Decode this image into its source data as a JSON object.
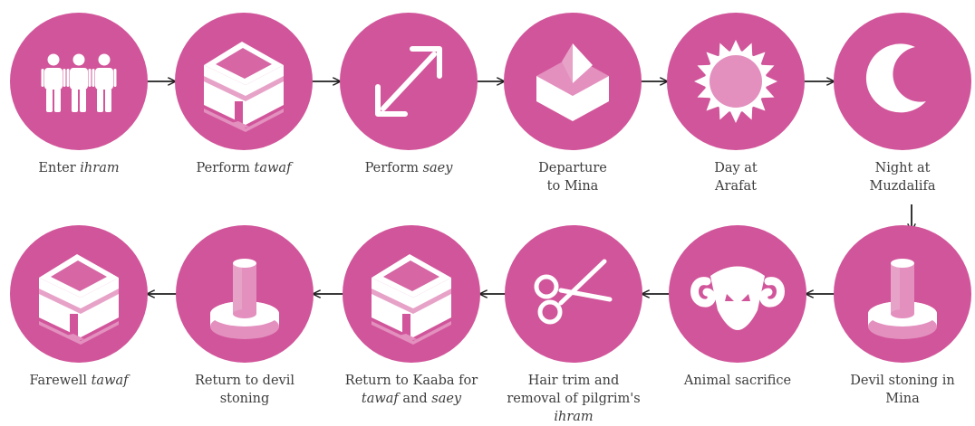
{
  "colors": {
    "circle": "#d1559a",
    "icon_white": "#ffffff",
    "icon_light": "#e390bf",
    "icon_mid": "#e7a2c8",
    "arrow": "#1f1f1f",
    "label": "#3d3d3d"
  },
  "steps": [
    {
      "id": "enter-ihram",
      "icon": "pilgrims-icon",
      "label": [
        "Enter |ihram|"
      ]
    },
    {
      "id": "perform-tawaf",
      "icon": "kaaba-icon",
      "label": [
        "Perform |tawaf|"
      ]
    },
    {
      "id": "perform-saey",
      "icon": "double-arrow-icon",
      "label": [
        "Perform |saey|"
      ]
    },
    {
      "id": "departure-mina",
      "icon": "cube-icon",
      "label": [
        "Departure",
        "to Mina"
      ]
    },
    {
      "id": "day-arafat",
      "icon": "sun-icon",
      "label": [
        "Day at",
        "Arafat"
      ]
    },
    {
      "id": "night-muzdalifa",
      "icon": "moon-icon",
      "label": [
        "Night at",
        "Muzdalifa"
      ]
    },
    {
      "id": "devil-stoning-mina",
      "icon": "pillar-icon",
      "label": [
        "Devil stoning in",
        "Mina"
      ]
    },
    {
      "id": "animal-sacrifice",
      "icon": "ram-icon",
      "label": [
        "Animal sacrifice"
      ]
    },
    {
      "id": "hair-trim",
      "icon": "scissors-icon",
      "label": [
        "Hair trim and",
        "removal of pilgrim's",
        "|ihram|"
      ]
    },
    {
      "id": "return-kaaba",
      "icon": "kaaba-icon",
      "label": [
        "Return to Kaaba for",
        "|tawaf| and |saey|"
      ]
    },
    {
      "id": "return-devil-stoning",
      "icon": "pillar-icon",
      "label": [
        "Return to devil",
        "stoning"
      ]
    },
    {
      "id": "farewell-tawaf",
      "icon": "kaaba-icon",
      "label": [
        "Farewell |tawaf|"
      ]
    }
  ]
}
